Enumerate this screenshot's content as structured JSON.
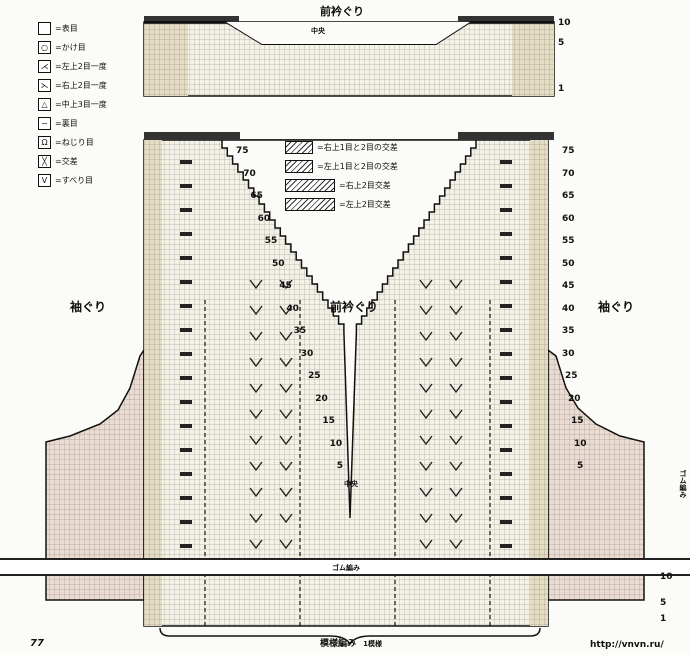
{
  "page": {
    "number": "77",
    "url": "http://vnvn.ru/"
  },
  "legend": {
    "items": [
      {
        "symbol": "blank",
        "text": "=表目"
      },
      {
        "symbol": "circle",
        "text": "=かけ目"
      },
      {
        "symbol": "arrow-left",
        "text": "=左上2目一度"
      },
      {
        "symbol": "arrow-right",
        "text": "=右上2目一度"
      },
      {
        "symbol": "triangle",
        "text": "=中上3目一度"
      },
      {
        "symbol": "dot",
        "text": "=裏目"
      },
      {
        "symbol": "bars",
        "text": "=ねじり目"
      },
      {
        "symbol": "cross",
        "text": "=交差"
      },
      {
        "symbol": "v",
        "text": "=すべり目"
      }
    ],
    "cable_items": [
      {
        "text": "=右上1目と2目の交差"
      },
      {
        "text": "=左上1目と2目の交差"
      },
      {
        "text": "=右上2目交差"
      },
      {
        "text": "=左上2目交差"
      }
    ]
  },
  "labels": {
    "top_title": "前衿ぐり",
    "center_top": "中央",
    "center_bottom": "中央",
    "sleeve_left": "袖ぐり",
    "neck_center": "前衿ぐり",
    "sleeve_right": "袖ぐり",
    "band_text": "ゴム編み",
    "bottom_caption": "模様編み",
    "bottom_caption_sub": "1模様",
    "right_vertical": "ゴム編み"
  },
  "row_numbers_left": [
    "75",
    "70",
    "65",
    "60",
    "55",
    "50",
    "45",
    "40",
    "35",
    "30",
    "25",
    "20",
    "15",
    "10",
    "5"
  ],
  "row_numbers_right": [
    "75",
    "70",
    "65",
    "60",
    "55",
    "50",
    "45",
    "40",
    "35",
    "30",
    "25",
    "20",
    "15",
    "10",
    "5"
  ],
  "top_row_numbers": [
    "10",
    "5",
    "1"
  ],
  "bottom_row_numbers": [
    "10",
    "5",
    "1"
  ]
}
